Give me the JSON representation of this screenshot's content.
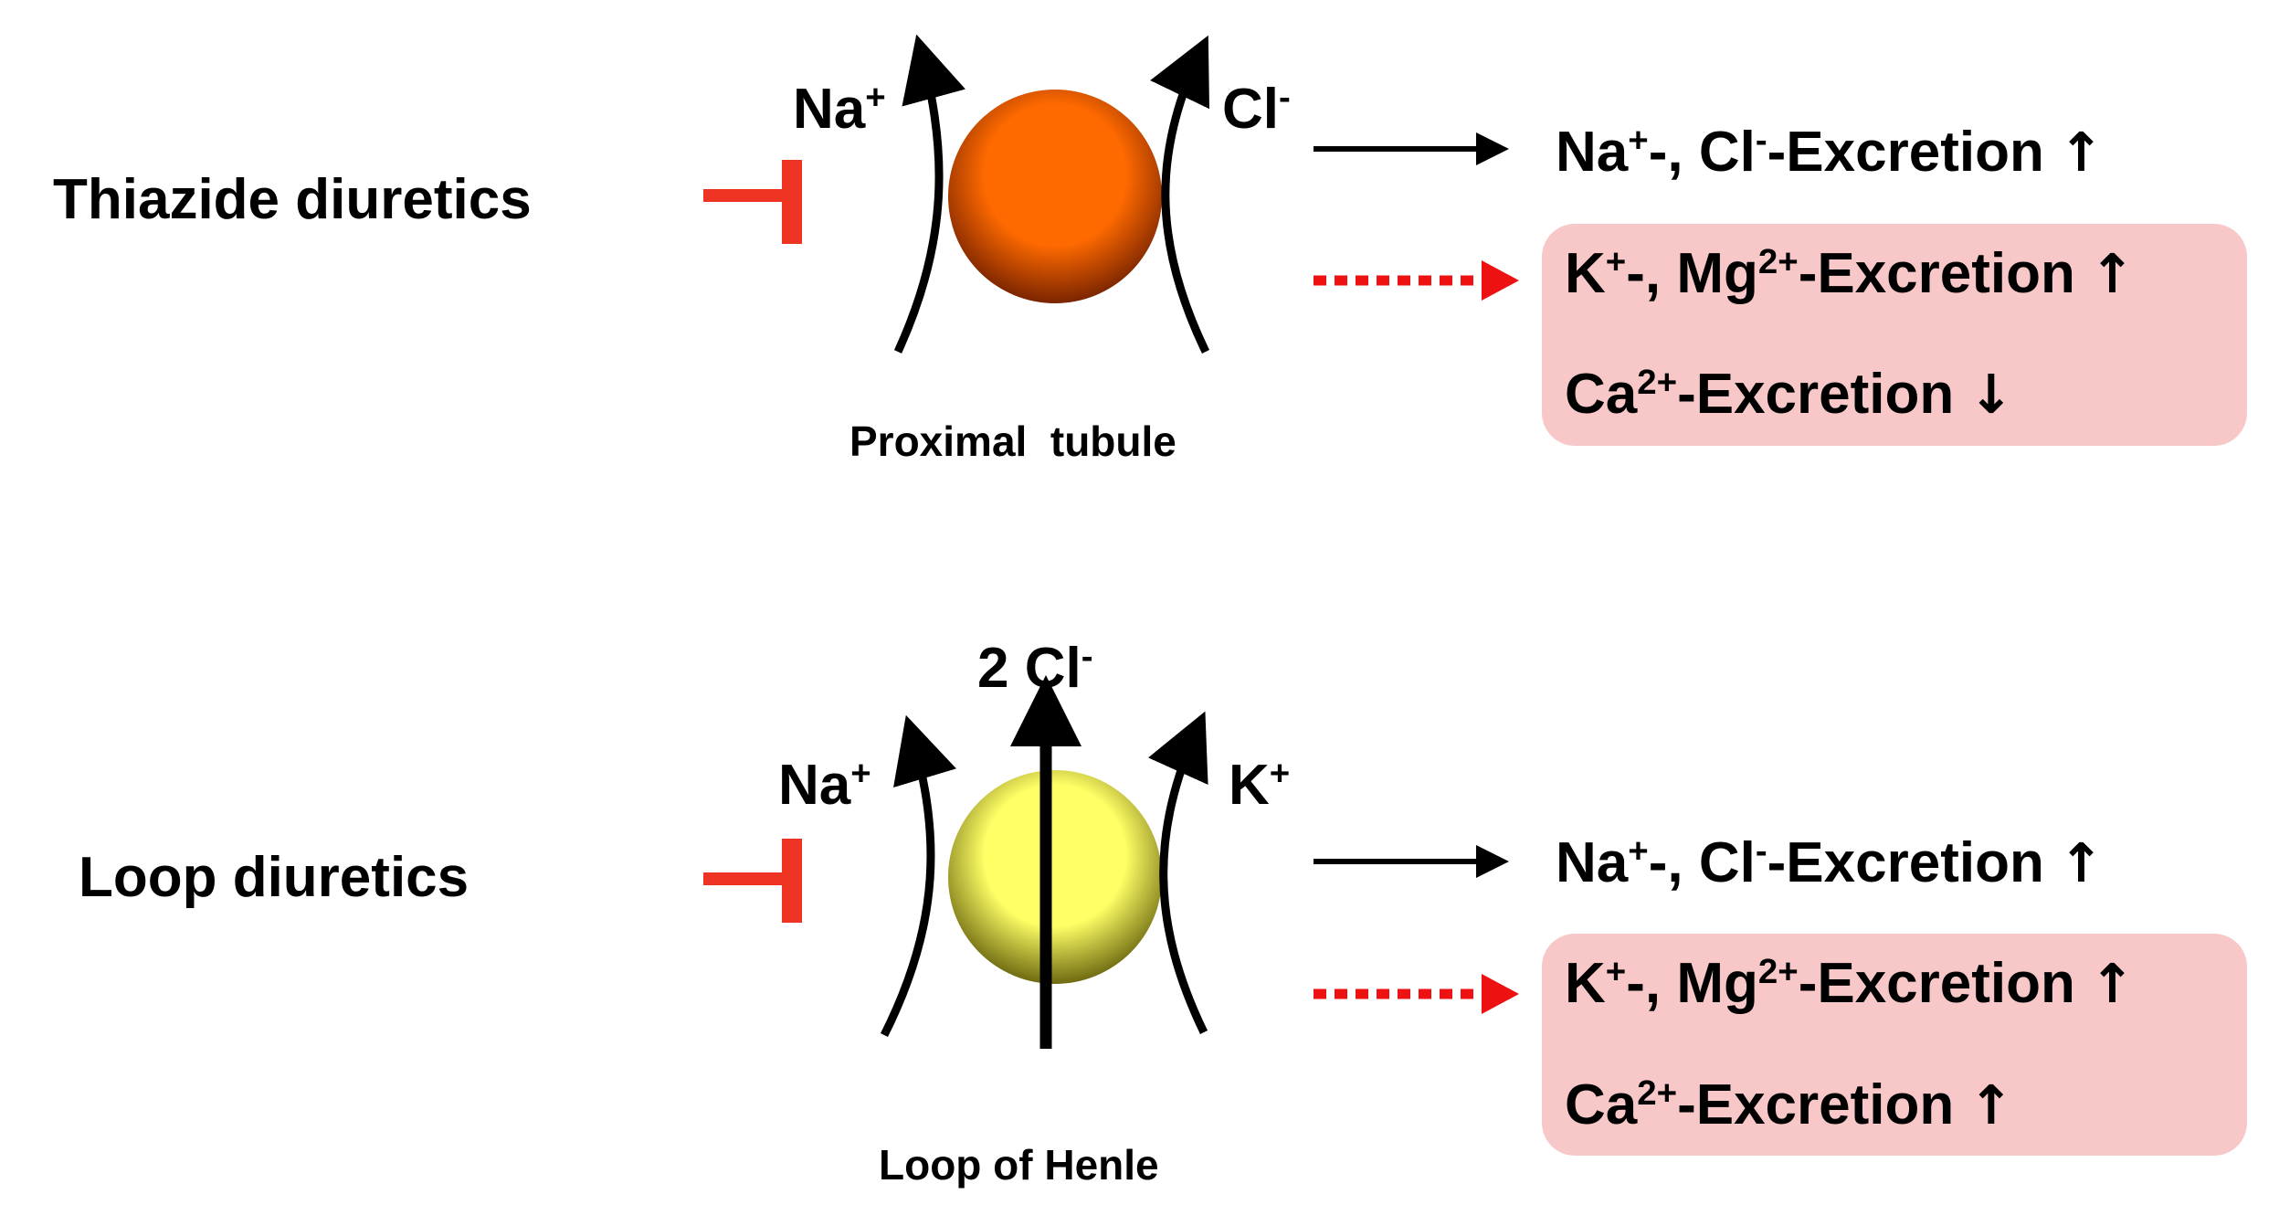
{
  "panels": [
    {
      "drug": "Thiazide diuretics",
      "site": "Proximal  tubule",
      "transporter_color_light": "#ff6a00",
      "transporter_color_dark": "#7a2400",
      "ions": [
        {
          "name": "Na",
          "charge": "+"
        },
        {
          "name": "Cl",
          "charge": "-"
        }
      ],
      "effects": {
        "main": {
          "ions": [
            {
              "name": "Na",
              "charge": "+"
            },
            {
              "name": "Cl",
              "charge": "-"
            }
          ],
          "label": "-Excretion",
          "direction": "↑"
        },
        "secondary": [
          {
            "ions": [
              {
                "name": "K",
                "charge": "+"
              },
              {
                "name": "Mg",
                "charge": "2+"
              }
            ],
            "label": "-Excretion",
            "direction": "↑"
          },
          {
            "ions": [
              {
                "name": "Ca",
                "charge": "2+"
              }
            ],
            "label": "-Excretion",
            "direction": "↓"
          }
        ]
      }
    },
    {
      "drug": "Loop diuretics",
      "site": "Loop of Henle",
      "transporter_color_light": "#ffff66",
      "transporter_color_dark": "#6e6a10",
      "ions": [
        {
          "name": "Na",
          "charge": "+"
        },
        {
          "count": "2",
          "name": "Cl",
          "charge": "-"
        },
        {
          "name": "K",
          "charge": "+"
        }
      ],
      "effects": {
        "main": {
          "ions": [
            {
              "name": "Na",
              "charge": "+"
            },
            {
              "name": "Cl",
              "charge": "-"
            }
          ],
          "label": "-Excretion",
          "direction": "↑"
        },
        "secondary": [
          {
            "ions": [
              {
                "name": "K",
                "charge": "+"
              },
              {
                "name": "Mg",
                "charge": "2+"
              }
            ],
            "label": "-Excretion",
            "direction": "↑"
          },
          {
            "ions": [
              {
                "name": "Ca",
                "charge": "2+"
              }
            ],
            "label": "-Excretion",
            "direction": "↑"
          }
        ]
      }
    }
  ],
  "colors": {
    "inhibitor": "#ee3322",
    "dotted_arrow": "#ee1111",
    "effect_box": "#f8c8c8",
    "arrow": "#000000"
  }
}
